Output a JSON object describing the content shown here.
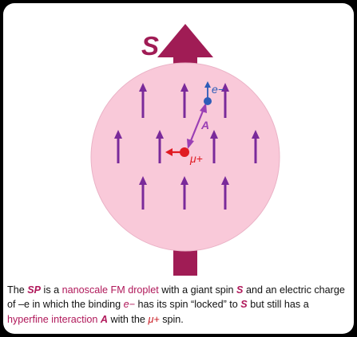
{
  "diagram": {
    "labels": {
      "S": "S",
      "electron": "e−",
      "A": "A",
      "muon": "μ+"
    },
    "colors": {
      "droplet": "#f9c9d9",
      "droplet_edge": "#e8a9c0",
      "big_arrow": "#a01c55",
      "spin_arrow": "#7a2a9a",
      "electron": "#2d5cb8",
      "muon": "#e01b22",
      "coupling": "#9a3fb4",
      "caption_highlight": "#b0185a"
    }
  },
  "caption": {
    "t1": "The ",
    "t2": "SP",
    "t3": " is a ",
    "t4": "nanoscale FM droplet",
    "t5": " with a giant spin ",
    "t6": "S",
    "t7": " and an electric charge of –e in which the binding ",
    "t8": "e−",
    "t9": " has its spin “locked” to ",
    "t10": "S",
    "t11": " but still has a ",
    "t12": "hyperfine interaction",
    "t13": " ",
    "t14": "A",
    "t15": " with the ",
    "t16": "μ+",
    "t17": " spin."
  }
}
